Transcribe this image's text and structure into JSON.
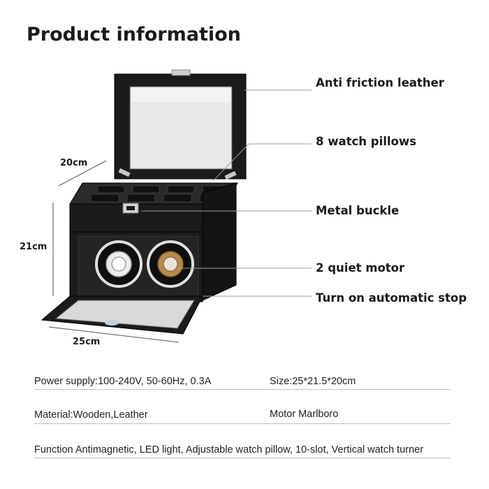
{
  "title": "Product information",
  "callouts": {
    "leather": "Anti friction leather",
    "pillows": "8 watch pillows",
    "buckle": "Metal buckle",
    "motor": "2 quiet motor",
    "stop": "Turn on automatic stop"
  },
  "dimensions": {
    "depth": "20cm",
    "height": "21cm",
    "width": "25cm"
  },
  "specs": {
    "power": "Power supply:100-240V, 50-60Hz, 0.3A",
    "size": "Size:25*21.5*20cm",
    "material": "Material:Wooden,Leather",
    "motor": "Motor Marlboro",
    "function": "Function Antimagnetic, LED light, Adjustable watch pillow, 10-slot, Vertical watch turner"
  },
  "colors": {
    "box": "#1b1b1b",
    "leader": "#9a9a9a",
    "rule": "#bdbdbd",
    "watch_gold": "#b8894a"
  }
}
